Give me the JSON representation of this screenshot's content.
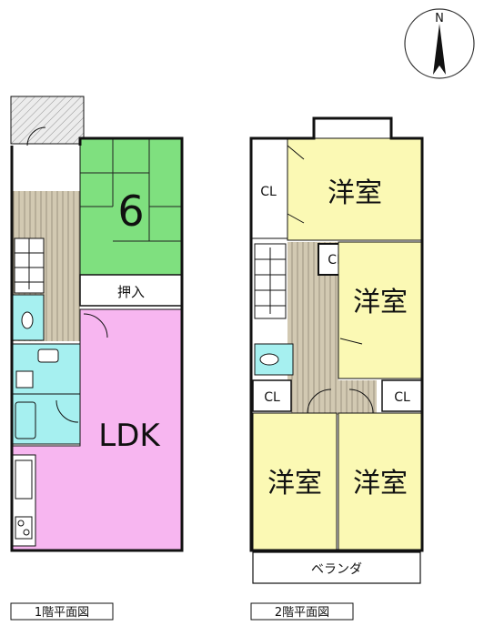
{
  "compass": {
    "north_label": "N"
  },
  "floor1": {
    "caption": "1階平面図",
    "rooms": {
      "tatami": "6",
      "oshiire": "押入",
      "ldk": "LDK"
    }
  },
  "floor2": {
    "caption": "2階平面図",
    "rooms": {
      "cl_top": "CL",
      "youshitsu_top": "洋室",
      "cl_mid": "CL",
      "youshitsu_mid": "洋室",
      "cl_left": "CL",
      "cl_right": "CL",
      "youshitsu_bl": "洋室",
      "youshitsu_br": "洋室",
      "veranda": "ベランダ"
    }
  },
  "colors": {
    "wall": "#111111",
    "tatami": "#7fe07f",
    "ldk": "#f7b6f0",
    "bath": "#a6f0f0",
    "youshitsu": "#fbf9b4",
    "corridor": "#d2c9b2"
  }
}
